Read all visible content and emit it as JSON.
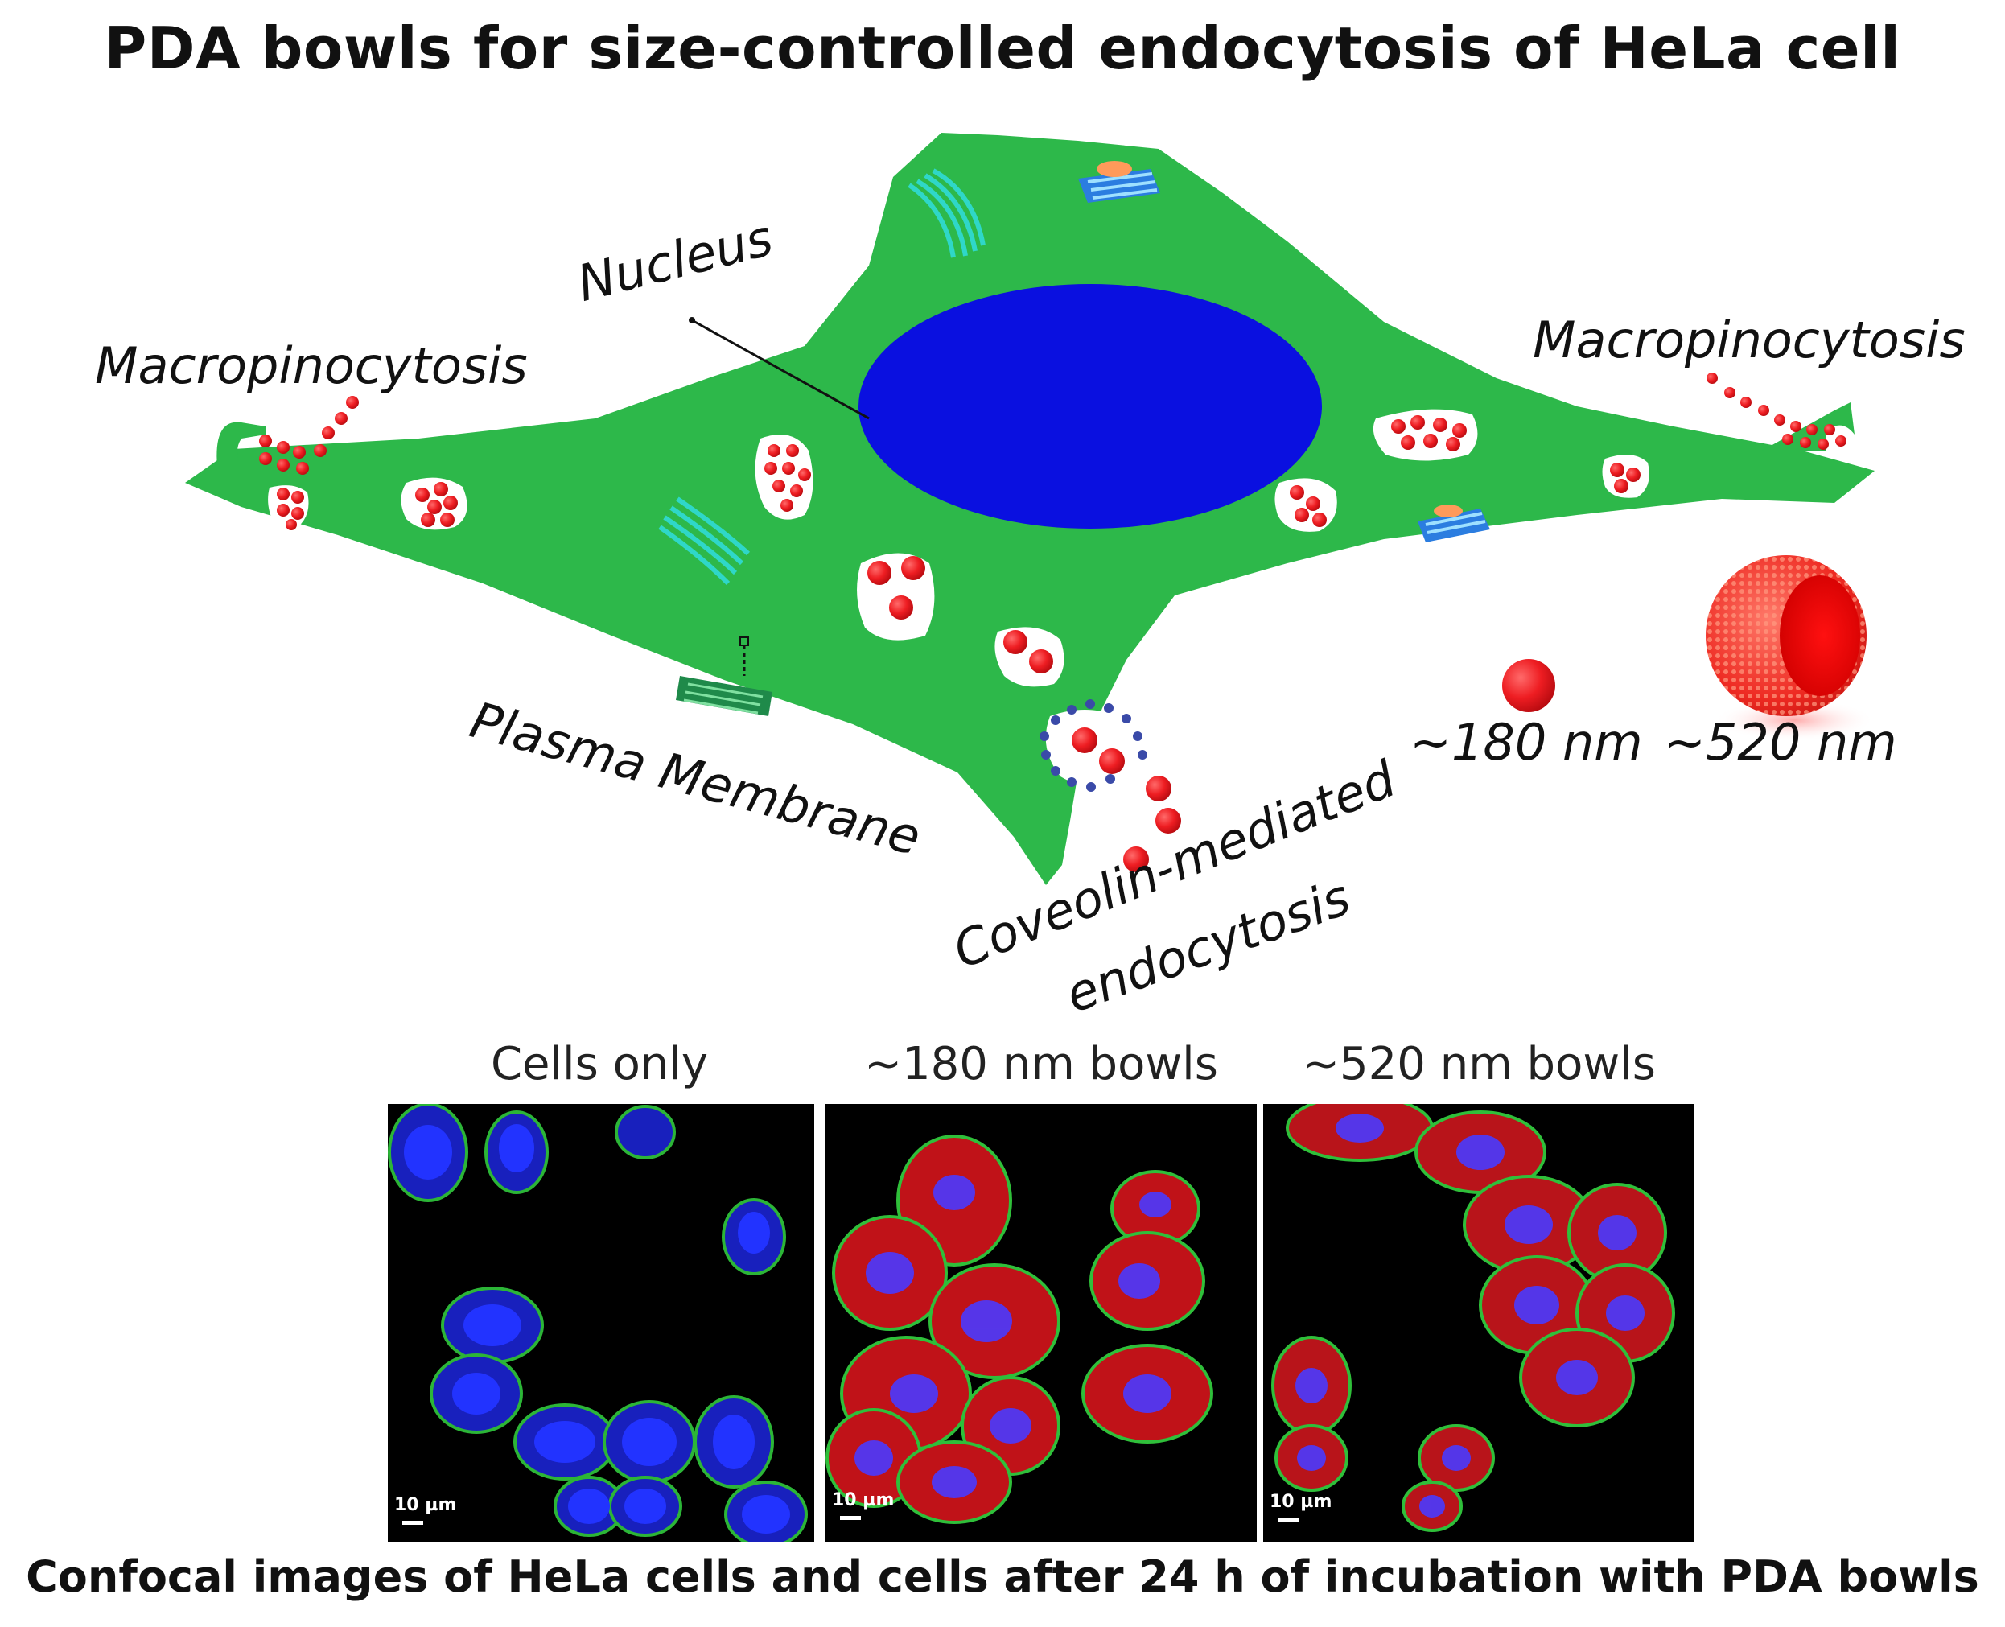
{
  "title": "PDA bowls for size-controlled endocytosis of HeLa cell",
  "labels": {
    "nucleus": "Nucleus",
    "macro_left": "Macropinocytosis",
    "macro_right": "Macropinocytosis",
    "plasma_membrane": "Plasma Membrane",
    "coveolin_line1": "Coveolin-mediated",
    "coveolin_line2": "endocytosis",
    "size_small": "~180 nm",
    "size_large": "~520 nm"
  },
  "panels": [
    {
      "title": "Cells only",
      "scale": "10 µm"
    },
    {
      "title": "~180 nm bowls",
      "scale": "10 µm"
    },
    {
      "title": "~520 nm bowls",
      "scale": "10 µm"
    }
  ],
  "caption": "Confocal images of HeLa cells and cells after 24 h of incubation with PDA bowls",
  "colors": {
    "cell": "#2db84a",
    "nucleus": "#0a10e0",
    "particle": "#e8141b",
    "vesicle": "#ffffff",
    "panel_bg": "#000000",
    "membrane_stain": "#2fbf3a",
    "nucleus_stain": "#2233ff",
    "bowl_stain": "#e01818"
  }
}
